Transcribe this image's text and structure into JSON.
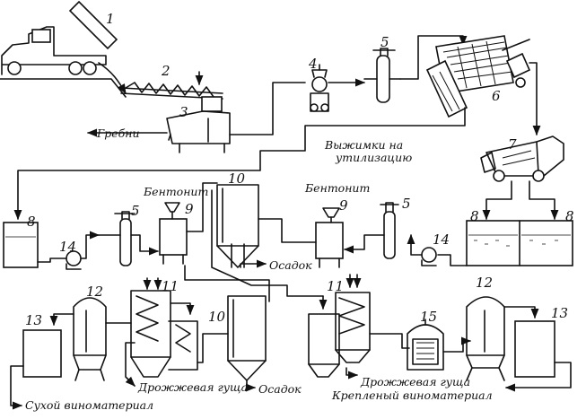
{
  "numbers": {
    "n1": "1",
    "n2": "2",
    "n3": "3",
    "n4": "4",
    "n5a": "5",
    "n6": "6",
    "n7": "7",
    "n8a": "8",
    "n8b": "8",
    "n8c": "8",
    "n9a": "9",
    "n9b": "9",
    "n10a": "10",
    "n10b": "10",
    "n5b": "5",
    "n5c": "5",
    "n11a": "11",
    "n11b": "11",
    "n12a": "12",
    "n12b": "12",
    "n13a": "13",
    "n13b": "13",
    "n14a": "14",
    "n14b": "14",
    "n15": "15"
  },
  "labels": {
    "grebni": "Гребни",
    "vyzhimki_line1": "Выжимки на",
    "vyzhimki_line2": "утилизацию",
    "bentonit_left": "Бентонит",
    "bentonit_right": "Бентонит",
    "osadok_top": "Осадок",
    "osadok_bottom": "Осадок",
    "drozhzh_left": "Дрожжевая гуща",
    "drozhzh_right": "Дрожжевая гуща",
    "sukhoy": "Сухой виноматериал",
    "kreplenyy": "Крепленый виноматериал"
  }
}
